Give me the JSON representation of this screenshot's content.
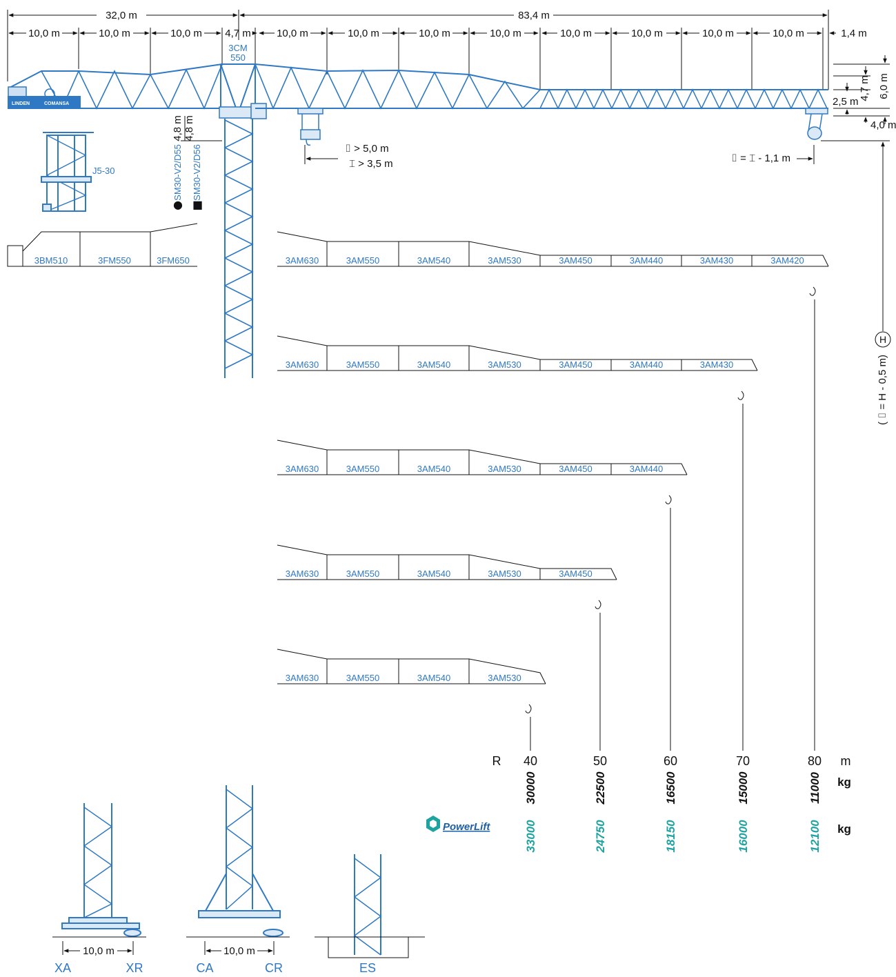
{
  "top_dimensions": {
    "counter_jib_total": "32,0 m",
    "jib_total": "83,4 m",
    "counter_segments": [
      "10,0 m",
      "10,0 m",
      "10,0 m"
    ],
    "mast_width": "4,7 m",
    "jib_segments": [
      "10,0 m",
      "10,0 m",
      "10,0 m",
      "10,0 m",
      "10,0 m",
      "10,0 m",
      "10,0 m",
      "10,0 m"
    ],
    "tip_extension": "1,4 m"
  },
  "cab_label": [
    "3CM",
    "550"
  ],
  "brand_text": [
    "LINDEN",
    "COMANSA"
  ],
  "right_dimensions": {
    "d_2_5": "2,5 m",
    "d_4_7": "4,7 m",
    "d_6_0": "6,0 m",
    "d_4_0": "4,0 m",
    "height_marker": "H",
    "height_note": "( ⌷ = H - 0,5 m)"
  },
  "tower_dims": {
    "upper": "4,8 m",
    "lower": "4,8 m"
  },
  "tower_sections": {
    "round_symbol": "●",
    "round_label": "SM30-V2/D55",
    "square_symbol": "■",
    "square_label": "SM30-V2/D56"
  },
  "climbing_label": "J5-30",
  "trolley_notes": [
    "⌷ > 5,0 m",
    "⌶ > 3,5 m"
  ],
  "tip_note": "⌷ = ⌶ - 1,1 m",
  "counter_jib_sections": [
    "3BM510",
    "3FM550",
    "3FM650"
  ],
  "jib_configurations": [
    [
      "3AM630",
      "3AM550",
      "3AM540",
      "3AM530",
      "3AM450",
      "3AM440",
      "3AM430",
      "3AM420"
    ],
    [
      "3AM630",
      "3AM550",
      "3AM540",
      "3AM530",
      "3AM450",
      "3AM440",
      "3AM430"
    ],
    [
      "3AM630",
      "3AM550",
      "3AM540",
      "3AM530",
      "3AM450",
      "3AM440"
    ],
    [
      "3AM630",
      "3AM550",
      "3AM540",
      "3AM530",
      "3AM450"
    ],
    [
      "3AM630",
      "3AM550",
      "3AM540",
      "3AM530"
    ]
  ],
  "capacity": {
    "r_label": "R",
    "radius_unit": "m",
    "kg_unit": "kg",
    "powerlift_unit": "kg",
    "powerlift_brand": "PowerLift",
    "radii": [
      "40",
      "50",
      "60",
      "70",
      "80"
    ],
    "tip_loads_kg": [
      "30000",
      "22500",
      "16500",
      "15000",
      "11000"
    ],
    "powerlift_loads_kg": [
      "33000",
      "24750",
      "18150",
      "16000",
      "12100"
    ]
  },
  "base_dimension": "10,0 m",
  "base_types": [
    "XA",
    "XR",
    "CA",
    "CR",
    "ES"
  ],
  "colors": {
    "steel": "#2f78c4",
    "text": "#111111",
    "powerlift": "#1ea3a0"
  }
}
